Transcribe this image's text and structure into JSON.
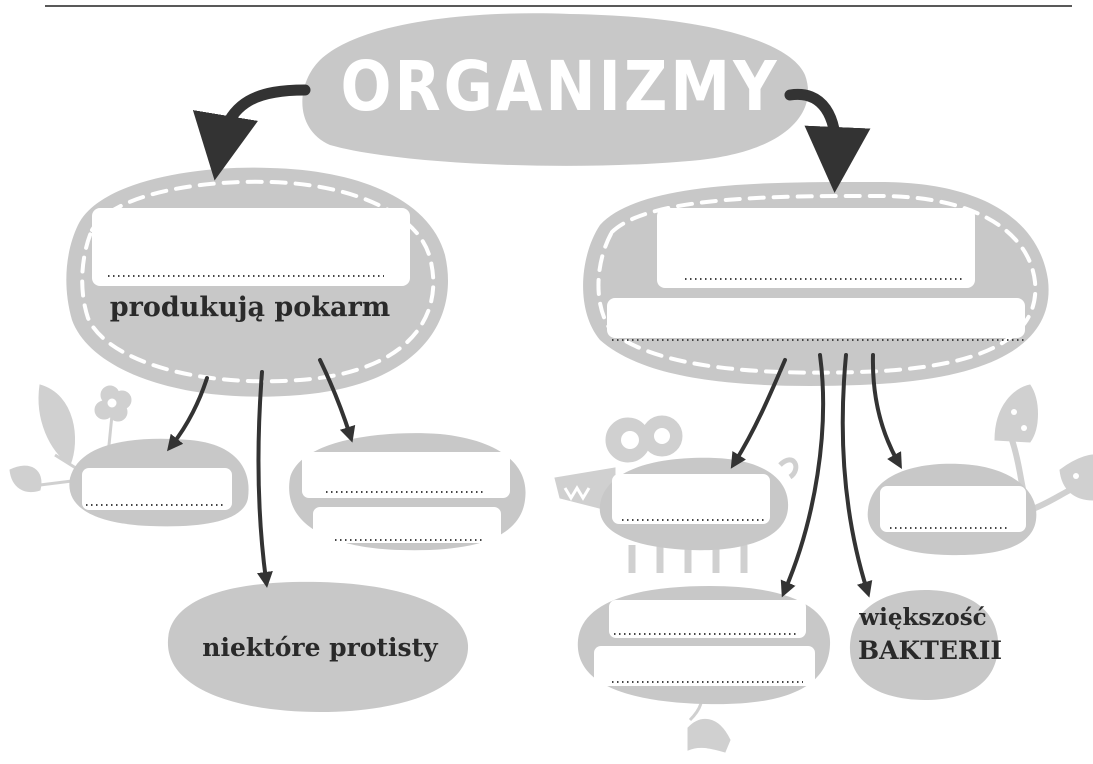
{
  "diagram": {
    "title": "ORGANIZMY",
    "left_branch": {
      "label": "produkują pokarm",
      "children": [
        {
          "id": "left-child-1",
          "label": ""
        },
        {
          "id": "left-child-2",
          "label": ""
        },
        {
          "id": "left-child-3",
          "label": "niektóre protisty"
        }
      ]
    },
    "right_branch": {
      "label": "",
      "children": [
        {
          "id": "right-child-1",
          "label": ""
        },
        {
          "id": "right-child-2",
          "label": ""
        },
        {
          "id": "right-child-3",
          "label": ""
        },
        {
          "id": "right-child-4",
          "label_line1": "większość",
          "label_line2": "BAKTERII"
        }
      ]
    }
  },
  "colors": {
    "blob_fill": "#c8c8c8",
    "box_fill": "#ffffff",
    "arrow": "#333333",
    "dots": "#444444",
    "decoration": "#d0d0d0"
  }
}
